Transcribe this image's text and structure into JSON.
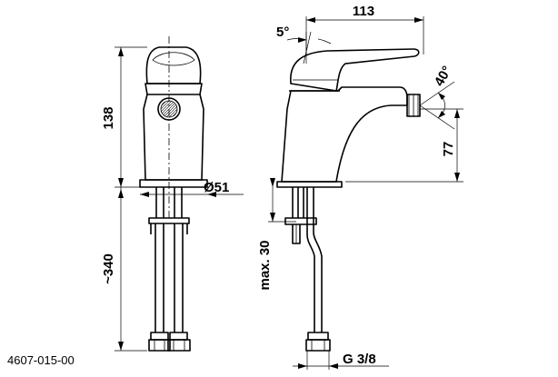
{
  "drawing": {
    "product_code": "4607-015-00",
    "dimensions": {
      "height_138": "138",
      "length_340": "~340",
      "diameter_51": "Ø51",
      "max_30": "max. 30",
      "width_113": "113",
      "angle_5": "5°",
      "angle_40": "40°",
      "height_77": "77",
      "thread_g38": "G 3/8"
    }
  }
}
